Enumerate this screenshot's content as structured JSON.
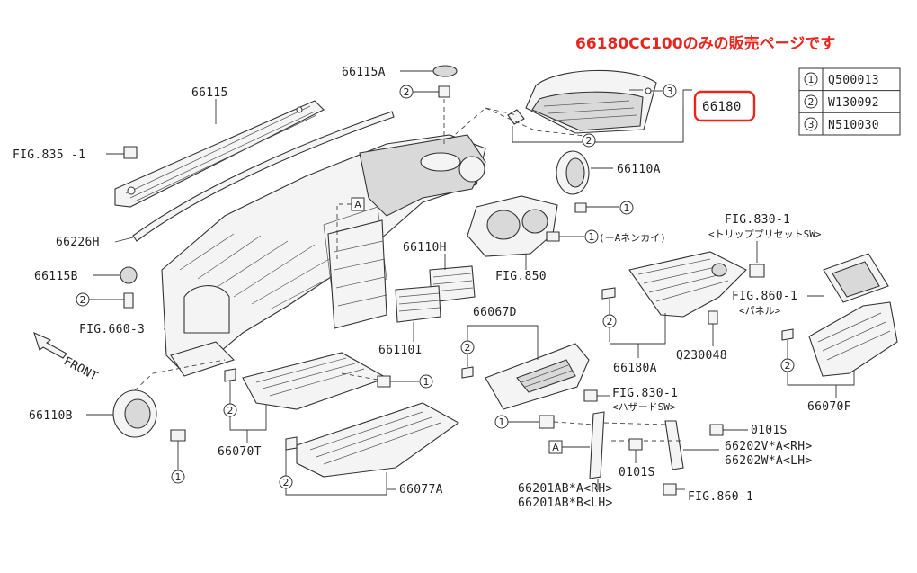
{
  "banner": "66180CC100のみの販売ページです",
  "highlight_color": "#e8261e",
  "legend": [
    {
      "num": "1",
      "code": "Q500013"
    },
    {
      "num": "2",
      "code": "W130092"
    },
    {
      "num": "3",
      "code": "N510030"
    }
  ],
  "labels": {
    "p66115": "66115",
    "p66115a": "66115A",
    "p66180": "66180",
    "fig835": "FIG.835 -1",
    "p66110a": "66110A",
    "fig830_1": "FIG.830-1",
    "fig830_1_sub": "<トリッププリセットSW>",
    "a_nenkai": "(ーAネンカイ)",
    "p66226h": "66226H",
    "p66110h": "66110H",
    "fig850": "FIG.850",
    "p66115b": "66115B",
    "fig860_1": "FIG.860-1",
    "panel": "<パネル>",
    "fig660": "FIG.660-3",
    "p66067d": "66067D",
    "p66180a": "66180A",
    "q230048": "Q230048",
    "p66110i": "66110I",
    "front": "FRONT",
    "p66070f": "66070F",
    "p66110b": "66110B",
    "fig830_2": "FIG.830-1",
    "hazard": "<ハザードSW>",
    "s0101a": "0101S",
    "v_rh": "66202V*A<RH>",
    "w_lh": "66202W*A<LH>",
    "p66070t": "66070T",
    "s0101b": "0101S",
    "p66077a": "66077A",
    "ab_rh": "66201AB*A<RH>",
    "ab_lh": "66201AB*B<LH>",
    "fig860_2": "FIG.860-1",
    "ref_a": "A"
  }
}
